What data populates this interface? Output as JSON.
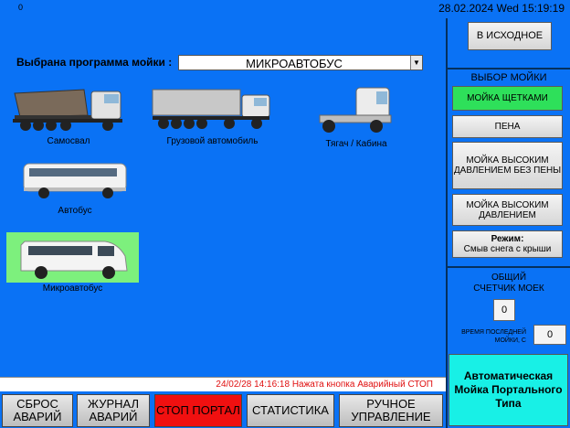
{
  "topbar": {
    "counter": "0",
    "datetime": "28.02.2024 Wed 15:19:19"
  },
  "program": {
    "label": "Выбрана программа мойки :",
    "selected": "МИКРОАВТОБУС"
  },
  "vehicles": [
    {
      "label": "Самосвал"
    },
    {
      "label": "Грузовой автомобиль"
    },
    {
      "label": "Тягач / Кабина"
    },
    {
      "label": "Автобус"
    },
    {
      "label": "Микроавтобус"
    }
  ],
  "right_panel": {
    "home_button": "В ИСХОДНОЕ",
    "wash_select_title": "ВЫБОР МОЙКИ",
    "wash_options": [
      {
        "label": "МОЙКА ЩЕТКАМИ",
        "active": true
      },
      {
        "label": "ПЕНА"
      },
      {
        "label": "МОЙКА ВЫСОКИМ ДАВЛЕНИЕМ БЕЗ ПЕНЫ"
      },
      {
        "label": "МОЙКА ВЫСОКИМ ДАВЛЕНИЕМ"
      }
    ],
    "mode_label": "Режим:",
    "mode_value": "Смыв снега с крыши",
    "total_counter_title": "ОБЩИЙ СЧЕТЧИК МОЕК",
    "total_counter_value": "0",
    "last_wash_label": "ВРЕМЯ ПОСЛЕДНЕЙ МОЙКИ, С",
    "last_wash_value": "0",
    "auto_label": "Автоматическая Мойка Портального Типа"
  },
  "alarm": {
    "text": "24/02/28  14:16:18  Нажата кнопка Аварийный СТОП"
  },
  "bottom": {
    "reset_alarms": "СБРОС АВАРИЙ",
    "alarm_log": "ЖУРНАЛ АВАРИЙ",
    "stop_portal": "СТОП ПОРТАЛ",
    "statistics": "СТАТИСТИКА",
    "manual": "РУЧНОЕ УПРАВЛЕНИЕ"
  },
  "colors": {
    "background": "#0a72f5",
    "active_green": "#2ee05a",
    "stop_red": "#f01010",
    "auto_cyan": "#18f0e6",
    "selected_vehicle": "#7df07d"
  }
}
